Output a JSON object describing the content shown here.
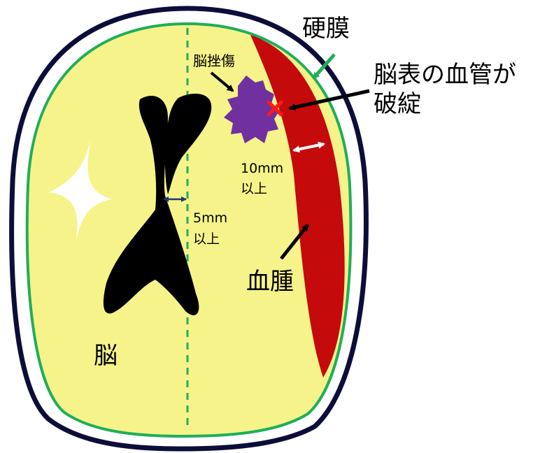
{
  "labels": {
    "dura": "硬膜",
    "vessel_rupture_line1": "脳表の血管が",
    "vessel_rupture_line2": "破綻",
    "contusion": "脳挫傷",
    "thickness_line1": "10mm",
    "thickness_line2": "以上",
    "midline_shift_line1": "5mm",
    "midline_shift_line2": "以上",
    "hematoma": "血腫",
    "brain": "脳"
  },
  "colors": {
    "skull_outline": "#0d0d3a",
    "dura_line": "#1fae5a",
    "brain_fill": "#f6f38a",
    "hematoma_fill": "#c40a0a",
    "contusion_fill": "#7030a0",
    "ventricle_fill": "#000000",
    "rupture_mark": "#ff1a1a",
    "midline_arrow": "#1f3a6e",
    "thickness_arrow": "#ffffff"
  },
  "icons": {
    "rupture_mark": "x-mark-icon"
  }
}
